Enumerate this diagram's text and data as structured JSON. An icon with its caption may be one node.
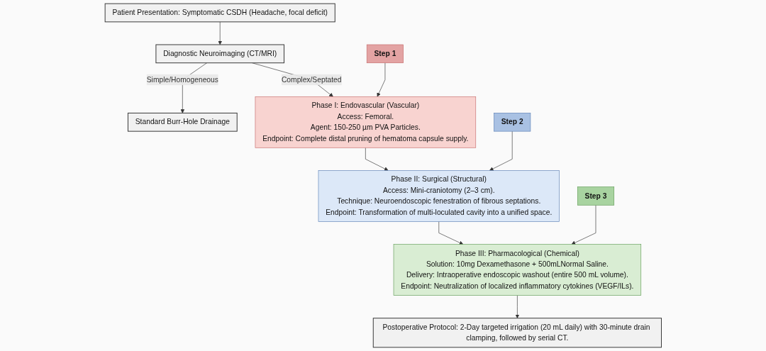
{
  "diagram": {
    "nodes": [
      {
        "text": [
          "Patient Presentation: Symptomatic CSDH (Headache, focal deficit)"
        ]
      },
      {
        "text": [
          "Diagnostic Neuroimaging (CT/MRI)"
        ]
      },
      {
        "text": [
          "Standard Burr-Hole Drainage"
        ]
      },
      {
        "text": [
          "Step 1"
        ]
      },
      {
        "text": [
          "Phase I: Endovascular (Vascular)",
          "Access: Femoral.",
          "Agent: 150-250 µm PVA Particles.",
          "Endpoint: Complete distal pruning of hematoma capsule supply."
        ]
      },
      {
        "text": [
          "Step 2"
        ]
      },
      {
        "text": [
          "Phase II: Surgical (Structural)",
          "Access: Mini-craniotomy (2–3 cm).",
          "Technique: Neuroendoscopic fenestration of fibrous septations.",
          "Endpoint: Transformation of multi-loculated cavity into a unified space."
        ]
      },
      {
        "text": [
          "Step 3"
        ]
      },
      {
        "text": [
          "Phase III: Pharmacological (Chemical)",
          "Solution: 10mg Dexamethasone + 500mLNormal Saline.",
          "Delivery: Intraoperative endoscopic washout (entire 500 mL volume).",
          "Endpoint: Neutralization of localized inflammatory cytokines (VEGF/ILs)."
        ]
      },
      {
        "text": [
          "Postoperative Protocol: 2-Day targeted irrigation (20 mL daily) with 30-minute drain clamping, followed by serial CT."
        ]
      }
    ],
    "edges": [
      {
        "from": 0,
        "to": 1,
        "arrow": "to"
      },
      {
        "from": 1,
        "to": 2,
        "arrow": "to",
        "label": "Simple/Homogeneous"
      },
      {
        "from": 1,
        "to": 4,
        "arrow": "to",
        "label": "Complex/Septated"
      },
      {
        "from": 3,
        "to": 4,
        "arrow": "to"
      },
      {
        "from": 4,
        "to": 6,
        "arrow": "to"
      },
      {
        "from": 5,
        "to": 6,
        "arrow": "to"
      },
      {
        "from": 6,
        "to": 8,
        "arrow": "to"
      },
      {
        "from": 7,
        "to": 8,
        "arrow": "to"
      },
      {
        "from": 8,
        "to": 9,
        "arrow": "to"
      }
    ]
  }
}
